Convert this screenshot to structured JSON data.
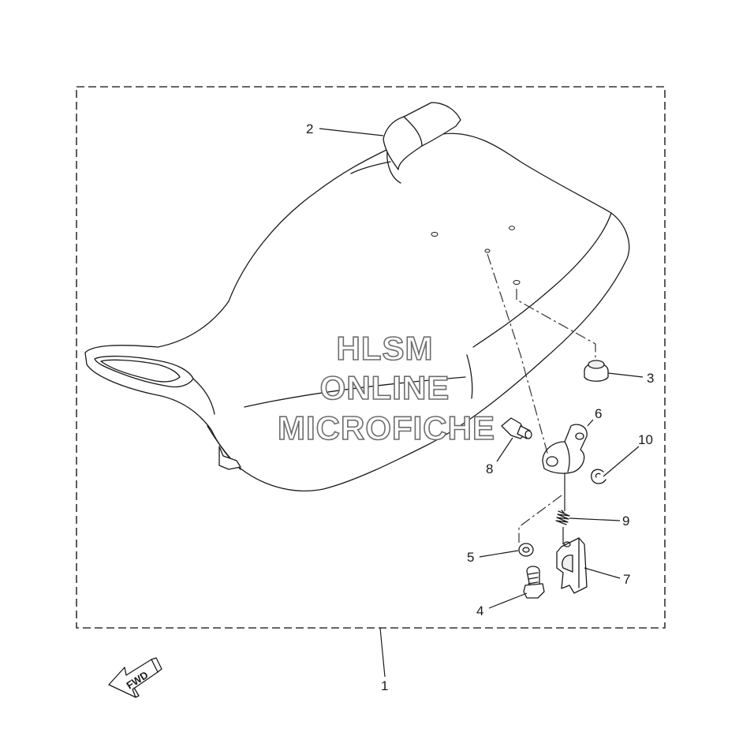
{
  "watermark": {
    "line1": "HLSM",
    "line2": "ONLINE",
    "line3": "MICROFICHE"
  },
  "direction_label": "FWD",
  "callouts": {
    "c1": "1",
    "c2": "2",
    "c3": "3",
    "c4": "4",
    "c5": "5",
    "c6": "6",
    "c7": "7",
    "c8": "8",
    "c9": "9",
    "c10": "10"
  }
}
